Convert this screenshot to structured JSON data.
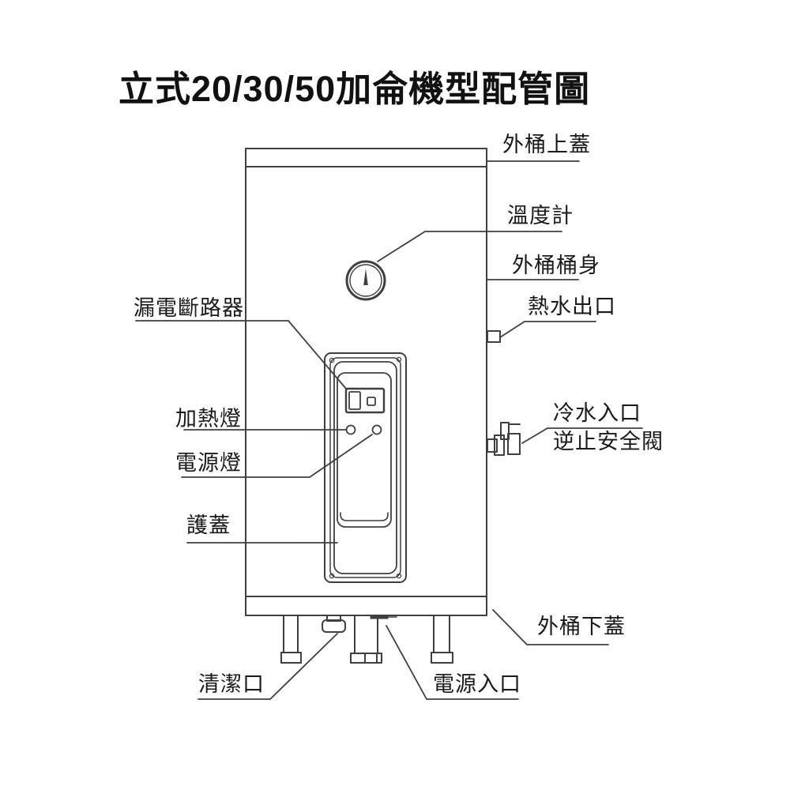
{
  "title": "立式20/30/50加侖機型配管圖",
  "labels": {
    "outer_tank_top_cover": "外桶上蓋",
    "thermometer": "溫度計",
    "outer_tank_body": "外桶桶身",
    "hot_water_outlet": "熱水出口",
    "cold_water_inlet": "冷水入口",
    "check_safety_valve": "逆止安全閥",
    "outer_tank_bottom_cover": "外桶下蓋",
    "leakage_circuit_breaker": "漏電斷路器",
    "heating_lamp": "加熱燈",
    "power_lamp": "電源燈",
    "protective_cover": "護蓋",
    "cleaning_port": "清潔口",
    "power_inlet": "電源入口"
  },
  "colors": {
    "line": "#3f3f3f",
    "text": "#1a1a1a",
    "background": "#ffffff"
  }
}
